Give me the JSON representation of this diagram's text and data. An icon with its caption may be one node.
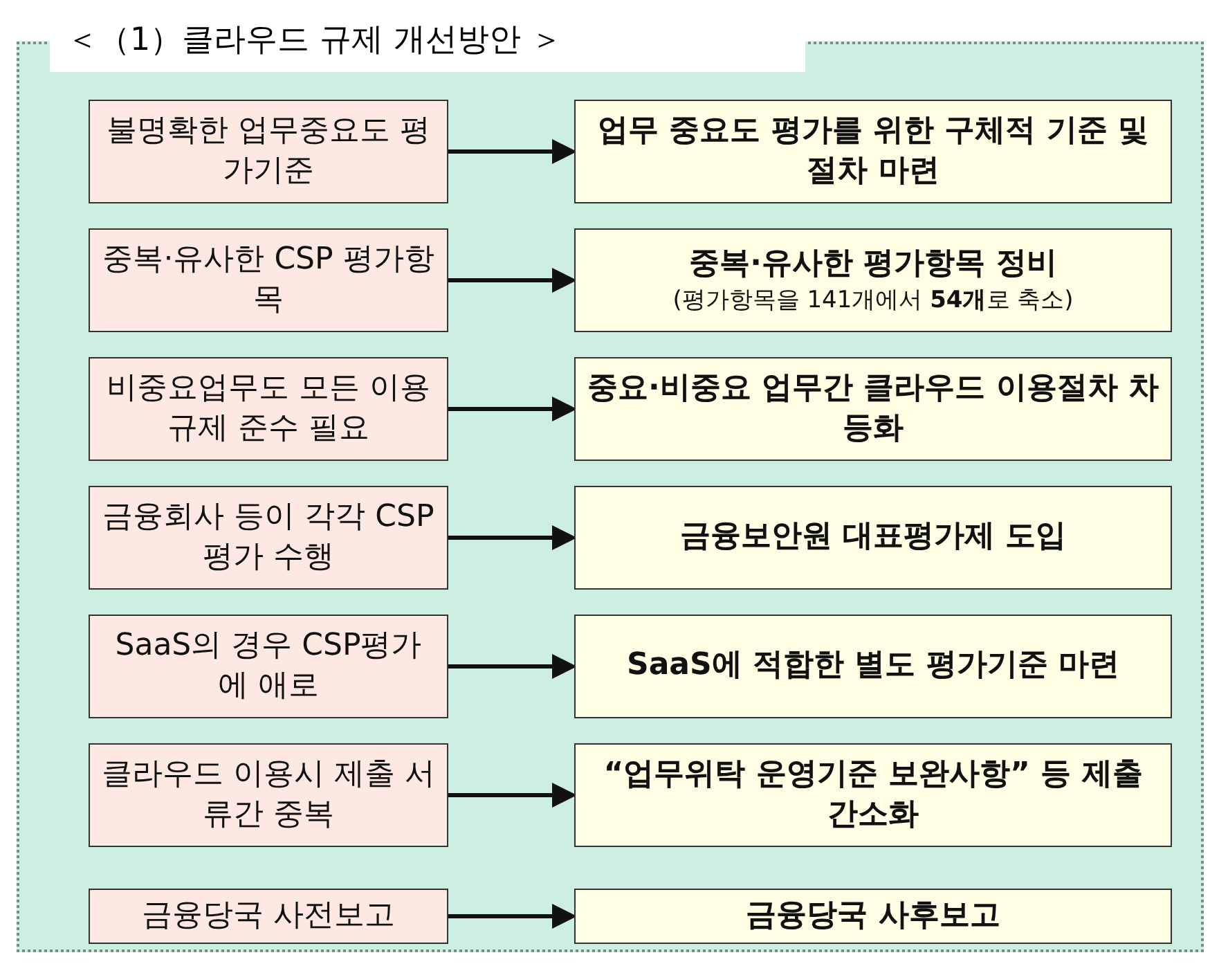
{
  "diagram": {
    "nodes": [
      {
        "text": [
          "＜（1）클라우드 규제 개선방안 ＞"
        ]
      },
      {
        "text": [
          "불명확한 업무중요도 평가기준"
        ],
        "in": 0
      },
      {
        "text": [
          "업무 중요도 평가를 위한 구체적 기준 및 절차 마련"
        ],
        "in": 0
      },
      {
        "text": [
          "중복·유사한 CSP 평가항목"
        ],
        "in": 0
      },
      {
        "text": [
          "중복·유사한 평가항목 정비",
          "(평가항목을 141개에서 **54개**로 축소)"
        ],
        "in": 0
      },
      {
        "text": [
          "비중요업무도 모든 이용규제 준수 필요"
        ],
        "in": 0
      },
      {
        "text": [
          "중요·비중요 업무간 클라우드 이용절차 차등화"
        ],
        "in": 0
      },
      {
        "text": [
          "금융회사 등이 각각 CSP 평가 수행"
        ],
        "in": 0
      },
      {
        "text": [
          "금융보안원 대표평가제 도입"
        ],
        "in": 0
      },
      {
        "text": [
          "SaaS의 경우 CSP평가에 애로"
        ],
        "in": 0
      },
      {
        "text": [
          "SaaS에 적합한 별도 평가기준 마련"
        ],
        "in": 0
      },
      {
        "text": [
          "클라우드 이용시 제출 서류간 중복"
        ],
        "in": 0
      },
      {
        "text": [
          "“업무위탁 운영기준 보완사항” 등 제출 간소화"
        ],
        "in": 0
      },
      {
        "text": [
          "금융당국 사전보고"
        ],
        "in": 0
      },
      {
        "text": [
          "금융당국 사후보고"
        ],
        "in": 0
      }
    ],
    "edges": [
      {
        "from": 1,
        "to": 2,
        "arrow": "to"
      },
      {
        "from": 3,
        "to": 4,
        "arrow": "to"
      },
      {
        "from": 5,
        "to": 6,
        "arrow": "to"
      },
      {
        "from": 7,
        "to": 8,
        "arrow": "to"
      },
      {
        "from": 9,
        "to": 10,
        "arrow": "to"
      },
      {
        "from": 11,
        "to": 12,
        "arrow": "to"
      },
      {
        "from": 13,
        "to": 14,
        "arrow": "to"
      }
    ]
  }
}
